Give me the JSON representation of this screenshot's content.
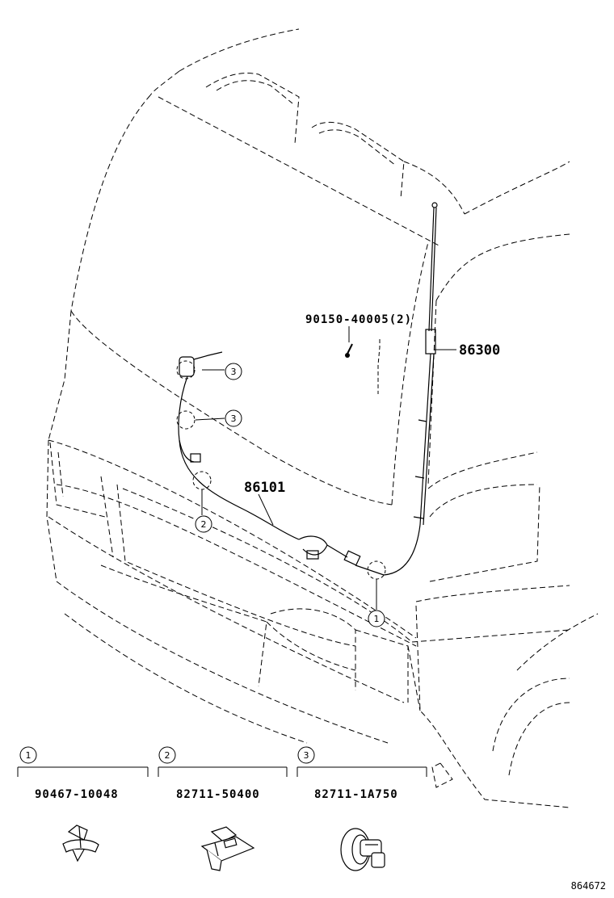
{
  "callouts": {
    "bolt": "90150-40005(2)",
    "rod_antenna": "86300",
    "cord": "86101",
    "marker_1": "1",
    "marker_2": "2",
    "marker_3": "3"
  },
  "legend": [
    {
      "marker": "1",
      "part": "90467-10048"
    },
    {
      "marker": "2",
      "part": "82711-50400"
    },
    {
      "marker": "3",
      "part": "82711-1A750"
    }
  ],
  "figure_code": "864672"
}
